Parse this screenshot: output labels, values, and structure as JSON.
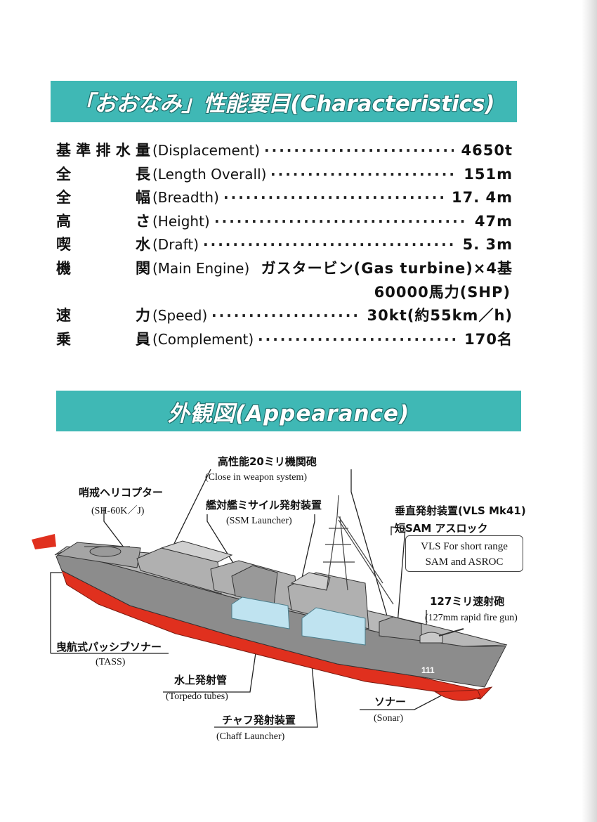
{
  "header": {
    "title": "「おおなみ」性能要目(Characteristics)"
  },
  "specs": [
    {
      "jp": [
        "基",
        "準",
        "排",
        "水",
        "量"
      ],
      "en": "(Displacement)",
      "value": "4650t"
    },
    {
      "jp": [
        "全",
        "長"
      ],
      "en": "(Length Overall)",
      "value": "151m"
    },
    {
      "jp": [
        "全",
        "幅"
      ],
      "en": "(Breadth)",
      "value": "17. 4m"
    },
    {
      "jp": [
        "高",
        "さ"
      ],
      "en": "(Height)",
      "value": "47m"
    },
    {
      "jp": [
        "喫",
        "水"
      ],
      "en": "(Draft)",
      "value": "5. 3m"
    },
    {
      "jp": [
        "機",
        "関"
      ],
      "en": "(Main Engine)",
      "value": "ガスタービン(Gas turbine)×4基"
    },
    {
      "jp": [],
      "en": "",
      "value": "60000馬力(SHP)"
    },
    {
      "jp": [
        "速",
        "力"
      ],
      "en": "(Speed)",
      "value": "30kt(約55km／h)"
    },
    {
      "jp": [
        "乗",
        "員"
      ],
      "en": "(Complement)",
      "value": "170名"
    }
  ],
  "appearance": {
    "title": "外観図(Appearance)",
    "callouts": {
      "ciws_jp": "高性能20ミリ機関砲",
      "ciws_en": "(Close in weapon  system)",
      "heli_jp": "哨戒ヘリコプター",
      "heli_en": "(SH-60K／J)",
      "ssm_jp": "艦対艦ミサイル発射装置",
      "ssm_en": "(SSM Launcher)",
      "vls_jp": "垂直発射装置(VLS Mk41)",
      "vls_jp2": "短SAM アスロック",
      "vls_en1": "VLS For short range",
      "vls_en2": "SAM and ASROC",
      "gun_jp": "127ミリ速射砲",
      "gun_en": "(127mm rapid fire gun)",
      "tass_jp": "曳航式パッシブソナー",
      "tass_en": "(TASS)",
      "torpedo_jp": "水上発射管",
      "torpedo_en": "(Torpedo tubes)",
      "sonar_jp": "ソナー",
      "sonar_en": "(Sonar)",
      "chaff_jp": "チャフ発射装置",
      "chaff_en": "(Chaff Launcher)",
      "hull_number": "111"
    }
  },
  "colors": {
    "banner": "#3fb8b5",
    "hull_red": "#e0301e",
    "hull_grey": "#8c8c8c"
  }
}
